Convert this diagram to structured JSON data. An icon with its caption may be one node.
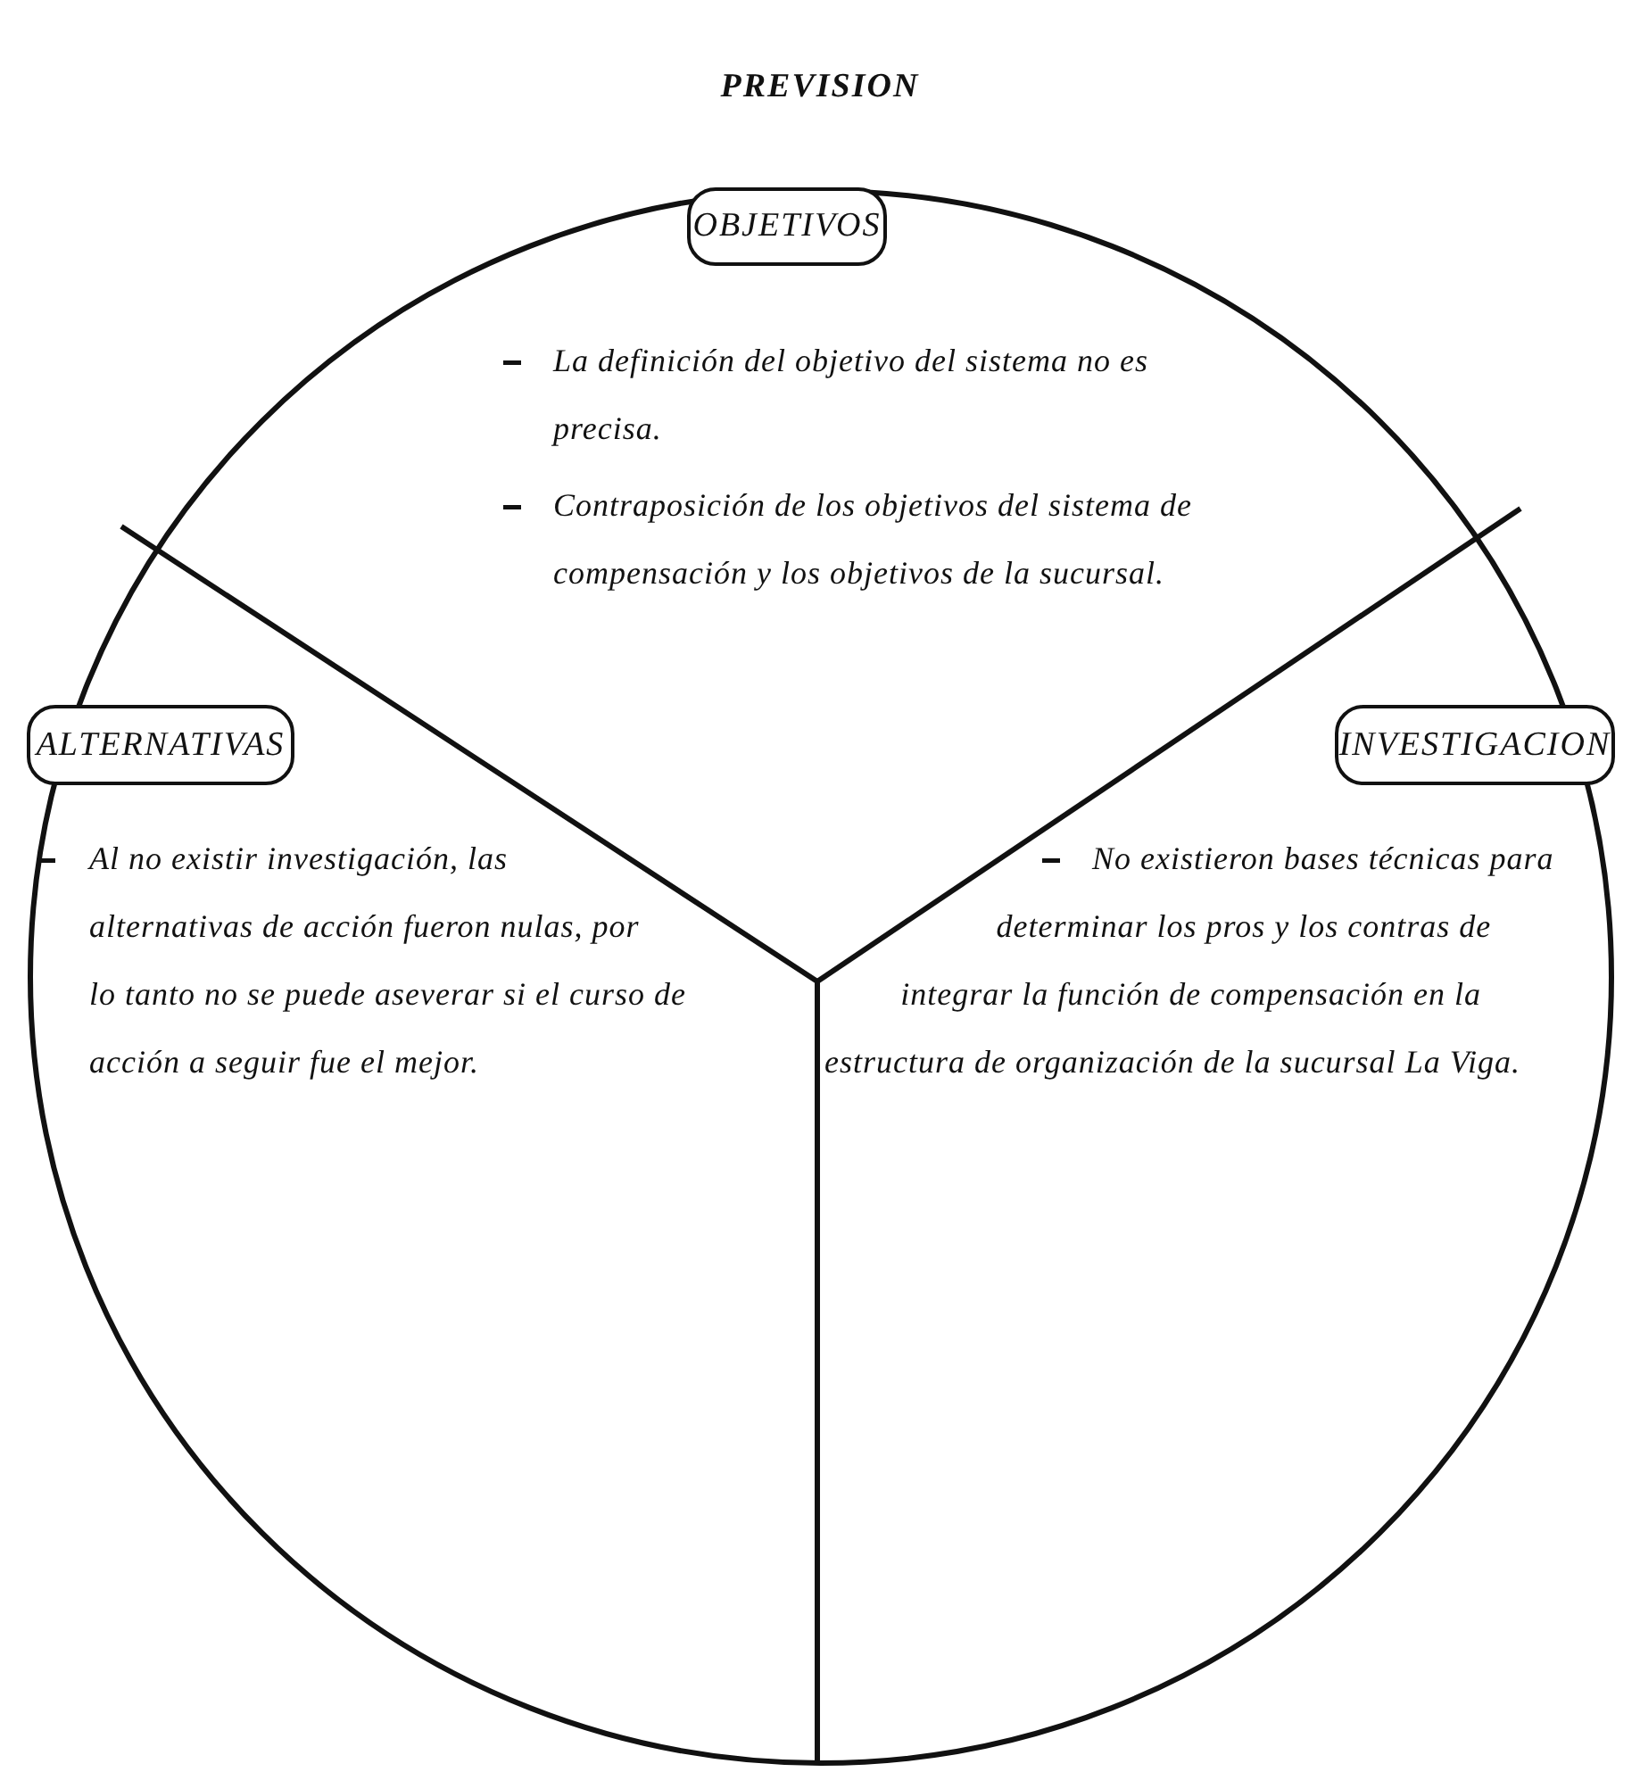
{
  "diagram": {
    "title": "PREVISION",
    "nodes": [
      {
        "text": [],
        "shape": "circle"
      },
      {
        "text": [
          "OBJETIVOS",
          "La definición del objetivo del sistema no es precisa.",
          "Contraposición de los objetivos del sistema de compensación y los objetivos de la sucursal."
        ],
        "in": 0
      },
      {
        "text": [
          "ALTERNATIVAS",
          "Al no existir investigación, las alternativas de acción fueron nulas, por lo tanto no se puede aseverar si el curso de acción a seguir fue el mejor."
        ],
        "in": 0
      },
      {
        "text": [
          "INVESTIGACION",
          "No existieron bases técnicas para determinar los pros y los contras de integrar la función de compensación en la estructura de organización de la sucursal La Viga."
        ],
        "in": 0
      }
    ]
  }
}
